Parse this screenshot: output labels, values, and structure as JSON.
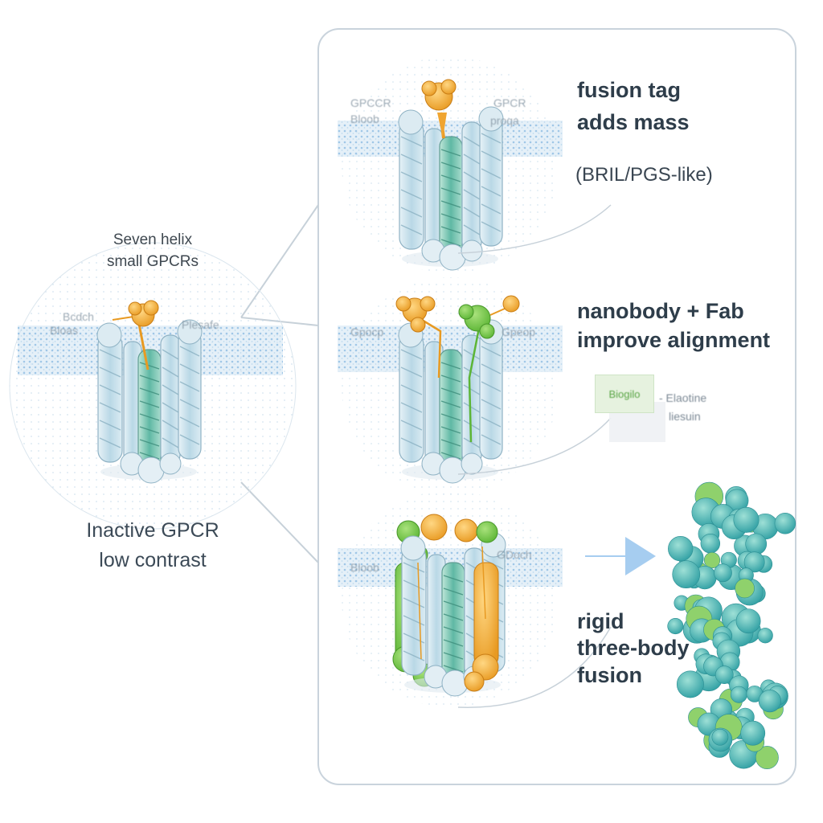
{
  "left_caption": {
    "line1": "Seven helix",
    "line2": "small GPCRs"
  },
  "left_label": {
    "line1": "Inactive GPCR",
    "line2": "low contrast"
  },
  "left_blur_labels": {
    "a": "Bcdch",
    "b": "Bloas",
    "c": "Plesafe"
  },
  "panel1": {
    "title_line1": "fusion tag",
    "title_line2": "adds mass",
    "subtitle": "(BRIL/PGS-like)",
    "blur_left_1": "GPCCR",
    "blur_left_2": "Bloob",
    "blur_right_1": "GPCR",
    "blur_right_2": "proqa"
  },
  "panel2": {
    "title_line1": "nanobody + Fab",
    "title_line2": "improve alignment",
    "blur_left": "Gpocp",
    "blur_right": "Gpeop",
    "swatch_text": "Biogilo",
    "swatch_label_1": "- Elaotine",
    "swatch_label_2": "liesuin"
  },
  "panel3": {
    "title_line1": "rigid",
    "title_line2": "three-body",
    "title_line3": "fusion",
    "blur_left": "Bloob",
    "blur_right": "GDoch"
  },
  "colors": {
    "membrane": "#a9cdea",
    "helix_light": "#cfe3ee",
    "helix_teal": "#7cc1b3",
    "fusion_tag": "#f0a531",
    "nanobody": "#6cc23e",
    "complex": "#4fb9b2",
    "arrow": "#a6cdf0",
    "panel_border": "#c9d3dc"
  }
}
